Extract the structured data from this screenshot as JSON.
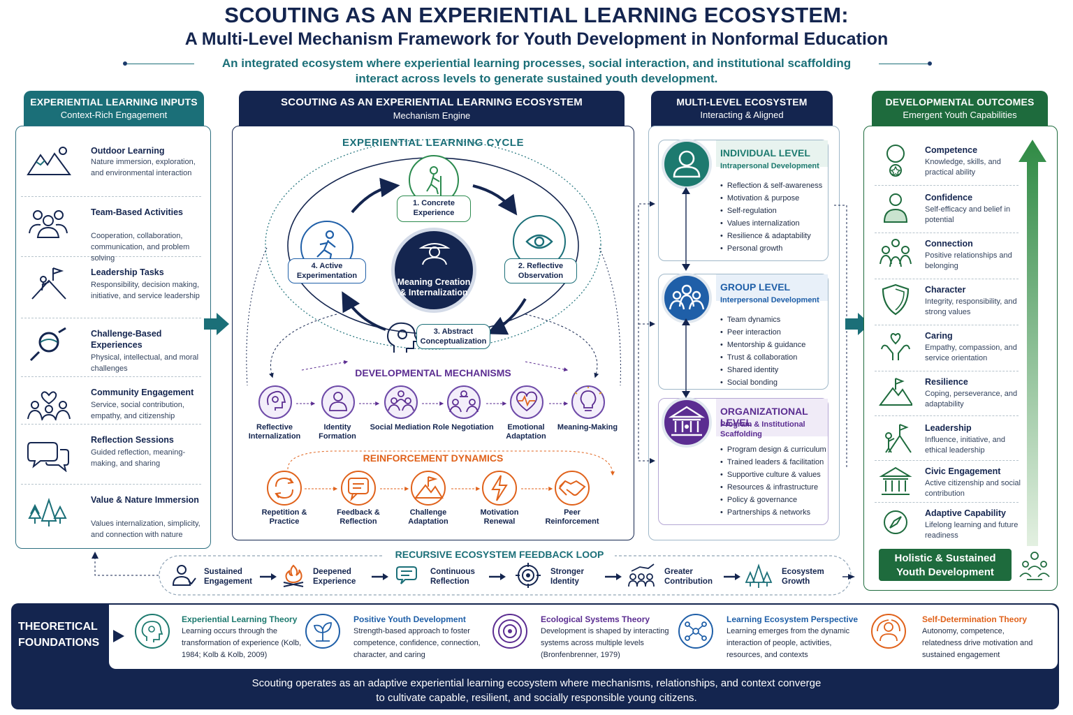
{
  "header": {
    "title_line1": "SCOUTING AS AN EXPERIENTIAL LEARNING ECOSYSTEM:",
    "title_line2": "A Multi-Level Mechanism Framework for Youth Development in Nonformal Education",
    "subtitle_line1": "An integrated ecosystem where experiential learning processes, social interaction, and institutional scaffolding",
    "subtitle_line2": "interact across levels to generate sustained youth development."
  },
  "inputs": {
    "title": "EXPERIENTIAL LEARNING INPUTS",
    "subtitle": "Context-Rich Engagement",
    "items": [
      {
        "title": "Outdoor Learning",
        "desc": "Nature immersion, exploration, and environmental interaction",
        "icon": "mountain-sun-icon"
      },
      {
        "title": "Team-Based Activities",
        "desc": "Cooperation, collaboration, communication, and problem solving",
        "icon": "team-icon"
      },
      {
        "title": "Leadership Tasks",
        "desc": "Responsibility, decision making, initiative, and service leadership",
        "icon": "summit-flag-icon"
      },
      {
        "title": "Challenge-Based Experiences",
        "desc": "Physical, intellectual, and moral challenges",
        "icon": "rope-carabiner-icon"
      },
      {
        "title": "Community Engagement",
        "desc": "Service, social contribution, empathy, and citizenship",
        "icon": "community-heart-icon"
      },
      {
        "title": "Reflection Sessions",
        "desc": "Guided reflection, meaning-making, and sharing",
        "icon": "speech-bubbles-icon"
      },
      {
        "title": "Value & Nature Immersion",
        "desc": "Values internalization, simplicity, and connection with nature",
        "icon": "pine-trees-icon"
      }
    ]
  },
  "engine": {
    "title": "SCOUTING AS AN EXPERIENTIAL LEARNING ECOSYSTEM",
    "subtitle": "Mechanism Engine",
    "cycle_title": "EXPERIENTIAL LEARNING CYCLE",
    "center": "Meaning Creation & Internalization",
    "stages": [
      {
        "label": "1. Concrete Experience"
      },
      {
        "label": "2. Reflective Observation"
      },
      {
        "label": "3. Abstract Conceptualization"
      },
      {
        "label": "4. Active Experimentation"
      }
    ],
    "mechanisms_title": "DEVELOPMENTAL MECHANISMS",
    "mechanisms": [
      "Reflective Internalization",
      "Identity Formation",
      "Social Mediation",
      "Role Negotiation",
      "Emotional Adaptation",
      "Meaning-Making"
    ],
    "reinforcement_title": "REINFORCEMENT DYNAMICS",
    "reinforcement": [
      "Repetition & Practice",
      "Feedback & Reflection",
      "Challenge Adaptation",
      "Motivation Renewal",
      "Peer Reinforcement"
    ]
  },
  "levels": {
    "title": "MULTI-LEVEL ECOSYSTEM",
    "subtitle": "Interacting & Aligned",
    "items": [
      {
        "title": "INDIVIDUAL LEVEL",
        "sub": "Intrapersonal Development",
        "color": "#1d7a6f",
        "points": [
          "Reflection & self-awareness",
          "Motivation & purpose",
          "Self-regulation",
          "Values internalization",
          "Resilience & adaptability",
          "Personal growth"
        ]
      },
      {
        "title": "GROUP LEVEL",
        "sub": "Interpersonal Development",
        "color": "#1f5fa8",
        "points": [
          "Team dynamics",
          "Peer interaction",
          "Mentorship & guidance",
          "Trust & collaboration",
          "Shared identity",
          "Social bonding"
        ]
      },
      {
        "title": "ORGANIZATIONAL LEVEL",
        "sub": "Program & Institutional Scaffolding",
        "color": "#5b2d91",
        "points": [
          "Program design & curriculum",
          "Trained leaders & facilitation",
          "Supportive culture & values",
          "Resources & infrastructure",
          "Policy & governance",
          "Partnerships & networks"
        ]
      }
    ]
  },
  "outcomes": {
    "title": "DEVELOPMENTAL OUTCOMES",
    "subtitle": "Emergent Youth Capabilities",
    "items": [
      {
        "title": "Competence",
        "desc": "Knowledge, skills, and practical ability",
        "icon": "medal-icon"
      },
      {
        "title": "Confidence",
        "desc": "Self-efficacy and belief in potential",
        "icon": "person-icon"
      },
      {
        "title": "Connection",
        "desc": "Positive relationships and belonging",
        "icon": "group-icon"
      },
      {
        "title": "Character",
        "desc": "Integrity, responsibility, and strong values",
        "icon": "shield-icon"
      },
      {
        "title": "Caring",
        "desc": "Empathy, compassion, and service orientation",
        "icon": "hands-heart-icon"
      },
      {
        "title": "Resilience",
        "desc": "Coping, perseverance, and adaptability",
        "icon": "mountain-flag-icon"
      },
      {
        "title": "Leadership",
        "desc": "Influence, initiative, and ethical leadership",
        "icon": "leader-flag-icon"
      },
      {
        "title": "Civic Engagement",
        "desc": "Active citizenship and social contribution",
        "icon": "civic-building-icon"
      },
      {
        "title": "Adaptive Capability",
        "desc": "Lifelong learning and future readiness",
        "icon": "compass-icon"
      }
    ],
    "holistic": "Holistic & Sustained Youth Development"
  },
  "feedback": {
    "title": "RECURSIVE ECOSYSTEM FEEDBACK LOOP",
    "steps": [
      "Sustained Engagement",
      "Deepened Experience",
      "Continuous Reflection",
      "Stronger Identity",
      "Greater Contribution",
      "Ecosystem Growth"
    ]
  },
  "theory": {
    "label": "THEORETICAL FOUNDATIONS",
    "items": [
      {
        "title": "Experiential Learning Theory",
        "desc": "Learning occurs through the transformation of experience (Kolb, 1984; Kolb & Kolb, 2009)",
        "color": "#1d7a6f"
      },
      {
        "title": "Positive Youth Development",
        "desc": "Strength-based approach to foster competence, confidence, connection, character, and caring",
        "color": "#1f5fa8"
      },
      {
        "title": "Ecological Systems Theory",
        "desc": "Development is shaped by interacting systems across multiple levels (Bronfenbrenner, 1979)",
        "color": "#5b2d91"
      },
      {
        "title": "Learning Ecosystem Perspective",
        "desc": "Learning emerges from the dynamic interaction of people, activities, resources, and contexts",
        "color": "#1f5fa8"
      },
      {
        "title": "Self-Determination Theory",
        "desc": "Autonomy, competence, relatedness drive motivation and sustained engagement",
        "color": "#e0621b"
      }
    ]
  },
  "footer": {
    "line1": "Scouting operates as an adaptive experiential learning ecosystem where mechanisms, relationships, and context converge",
    "line2": "to cultivate capable, resilient, and socially responsible young citizens."
  }
}
